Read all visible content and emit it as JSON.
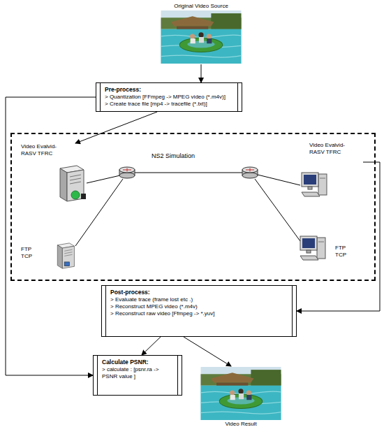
{
  "diagram": {
    "nodes": [
      {
        "text": [
          "Original Video Source"
        ]
      },
      {
        "text": [
          "Pre-process:",
          "> Quantization [FFmpeg -> MPEG video (*.m4v)]",
          "> Create trace file [mp4 -> tracefile (*.txt)]"
        ]
      },
      {
        "text": [
          "NS2 Simulation"
        ]
      },
      {
        "text": [
          "Video Evalvid-RASV TFRC"
        ],
        "in": 2
      },
      {
        "text": [
          "FTP TCP"
        ],
        "in": 2
      },
      {
        "text": [
          "Video Evalvid-RASV TFRC"
        ],
        "in": 2
      },
      {
        "text": [
          "FTP TCP"
        ],
        "in": 2
      },
      {
        "text": [
          "Post-process:",
          "> Evaluate trace (frame lost etc .)",
          "> Reconstruct MPEG video (*.m4v)",
          "> Reconstruct raw video [Ffmpeg -> *.yuv]"
        ]
      },
      {
        "text": [
          "Calculate PSNR:",
          "> calculate : [psnr.ra -> PSNR value ]"
        ]
      },
      {
        "text": [
          "Video Result"
        ]
      }
    ],
    "edges": [
      {
        "from": 0,
        "to": 1,
        "arrow": "to"
      },
      {
        "from": 1,
        "to": 3,
        "arrow": "to"
      },
      {
        "from": 1,
        "to": 8,
        "arrow": "to"
      },
      {
        "from": 5,
        "to": 7,
        "arrow": "to"
      },
      {
        "from": 7,
        "to": 8,
        "arrow": "to"
      },
      {
        "from": 7,
        "to": 9,
        "arrow": "to"
      }
    ]
  }
}
